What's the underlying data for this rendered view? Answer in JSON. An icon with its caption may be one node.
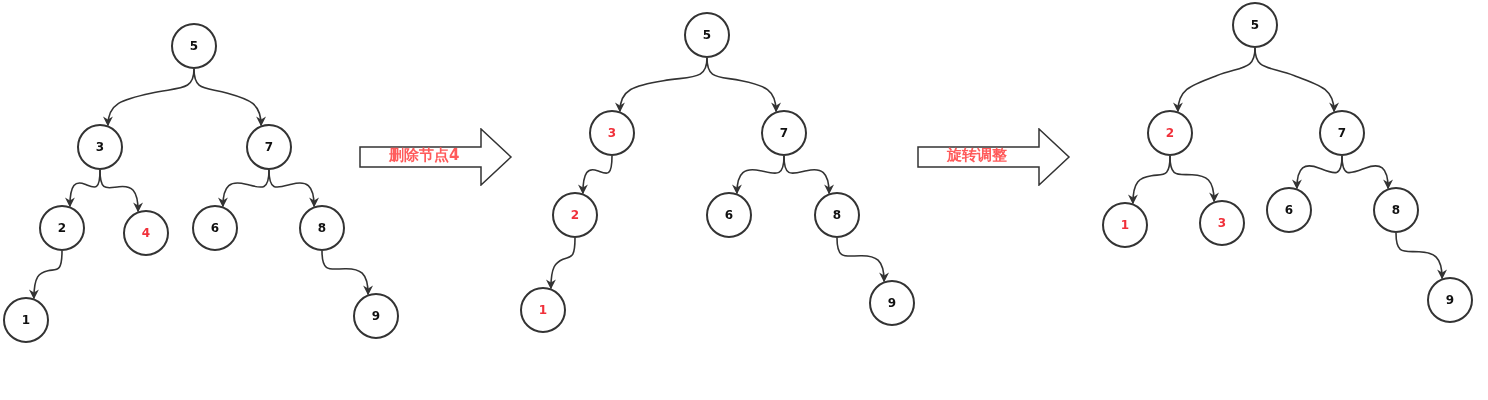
{
  "diagram": {
    "nodes": [
      {
        "text": [
          "5"
        ]
      },
      {
        "text": [
          "3"
        ]
      },
      {
        "text": [
          "7"
        ]
      },
      {
        "text": [
          "2"
        ]
      },
      {
        "text": [
          "4"
        ]
      },
      {
        "text": [
          "6"
        ]
      },
      {
        "text": [
          "8"
        ]
      },
      {
        "text": [
          "1"
        ]
      },
      {
        "text": [
          "9"
        ]
      },
      {
        "text": [
          "删除节点4"
        ]
      },
      {
        "text": [
          "5"
        ]
      },
      {
        "text": [
          "3"
        ]
      },
      {
        "text": [
          "7"
        ]
      },
      {
        "text": [
          "2"
        ]
      },
      {
        "text": [
          "6"
        ]
      },
      {
        "text": [
          "8"
        ]
      },
      {
        "text": [
          "1"
        ]
      },
      {
        "text": [
          "9"
        ]
      },
      {
        "text": [
          "旋转调整"
        ]
      },
      {
        "text": [
          "5"
        ]
      },
      {
        "text": [
          "2"
        ]
      },
      {
        "text": [
          "7"
        ]
      },
      {
        "text": [
          "1"
        ]
      },
      {
        "text": [
          "3"
        ]
      },
      {
        "text": [
          "6"
        ]
      },
      {
        "text": [
          "8"
        ]
      },
      {
        "text": [
          "9"
        ]
      }
    ],
    "edges": [
      {
        "from": 0,
        "to": 1,
        "arrow": "to"
      },
      {
        "from": 0,
        "to": 2,
        "arrow": "to"
      },
      {
        "from": 1,
        "to": 3,
        "arrow": "to"
      },
      {
        "from": 1,
        "to": 4,
        "arrow": "to"
      },
      {
        "from": 2,
        "to": 5,
        "arrow": "to"
      },
      {
        "from": 2,
        "to": 6,
        "arrow": "to"
      },
      {
        "from": 3,
        "to": 7,
        "arrow": "to"
      },
      {
        "from": 6,
        "to": 8,
        "arrow": "to"
      },
      {
        "from": 10,
        "to": 11,
        "arrow": "to"
      },
      {
        "from": 10,
        "to": 12,
        "arrow": "to"
      },
      {
        "from": 11,
        "to": 13,
        "arrow": "to"
      },
      {
        "from": 12,
        "to": 14,
        "arrow": "to"
      },
      {
        "from": 12,
        "to": 15,
        "arrow": "to"
      },
      {
        "from": 13,
        "to": 16,
        "arrow": "to"
      },
      {
        "from": 15,
        "to": 17,
        "arrow": "to"
      },
      {
        "from": 19,
        "to": 20,
        "arrow": "to"
      },
      {
        "from": 19,
        "to": 21,
        "arrow": "to"
      },
      {
        "from": 20,
        "to": 22,
        "arrow": "to"
      },
      {
        "from": 20,
        "to": 23,
        "arrow": "to"
      },
      {
        "from": 21,
        "to": 24,
        "arrow": "to"
      },
      {
        "from": 21,
        "to": 25,
        "arrow": "to"
      },
      {
        "from": 25,
        "to": 26,
        "arrow": "to"
      }
    ]
  }
}
